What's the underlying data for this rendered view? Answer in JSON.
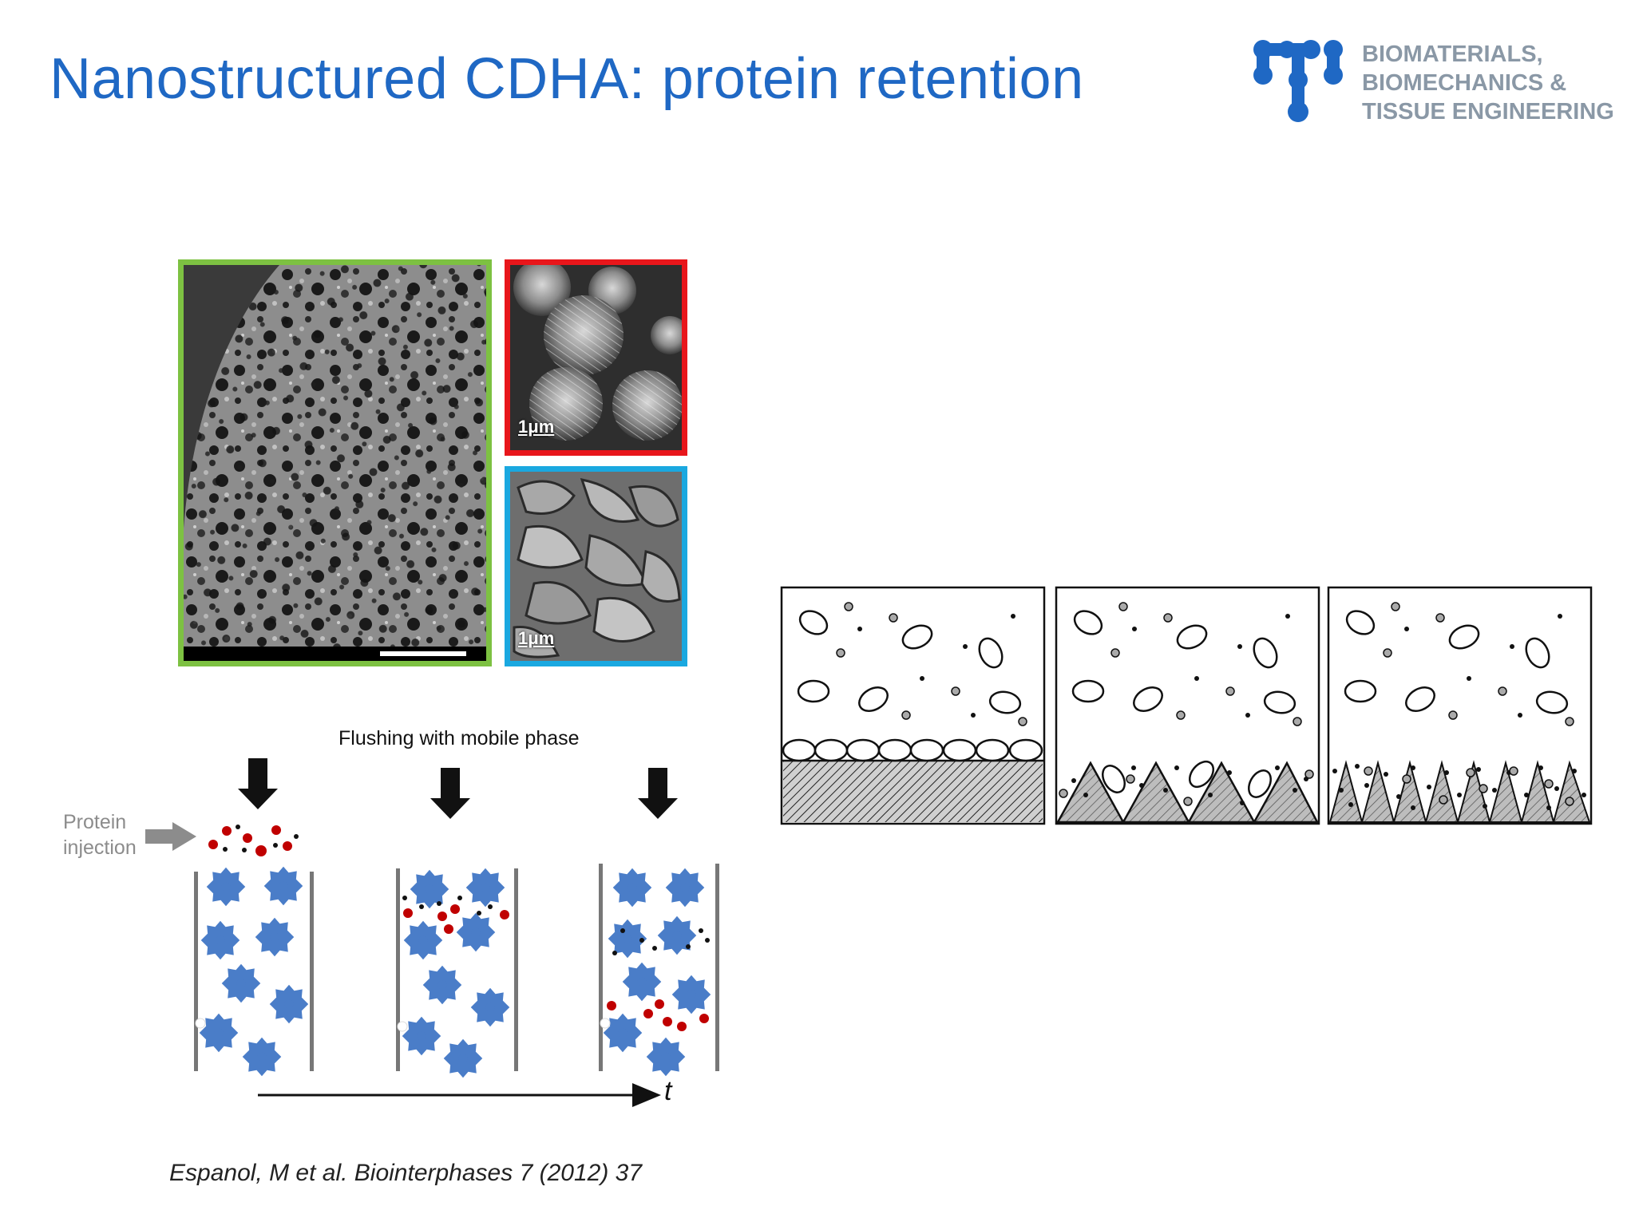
{
  "slide": {
    "title": "Nanostructured CDHA: protein retention",
    "citation": "Espanol, M et al. Biointerphases 7 (2012)  37"
  },
  "logo": {
    "lines": [
      "BIOMATERIALS,",
      "BIOMECHANICS &",
      "TISSUE ENGINEERING"
    ],
    "color": "#8a98a6",
    "mark_color": "#1f68c4"
  },
  "sem_images": {
    "scale_label_red": "1μm",
    "scale_label_blue": "1μm",
    "border_colors": {
      "green": "#7dc142",
      "red": "#e8161b",
      "blue": "#1aa8e0"
    }
  },
  "chromatography": {
    "injection_label": [
      "Protein",
      "injection"
    ],
    "flushing_label": "Flushing with mobile phase",
    "time_label": "t",
    "particle_color": "#4a7dc8",
    "protein_color": "#c00000"
  },
  "colors": {
    "title": "#1f68c4"
  }
}
